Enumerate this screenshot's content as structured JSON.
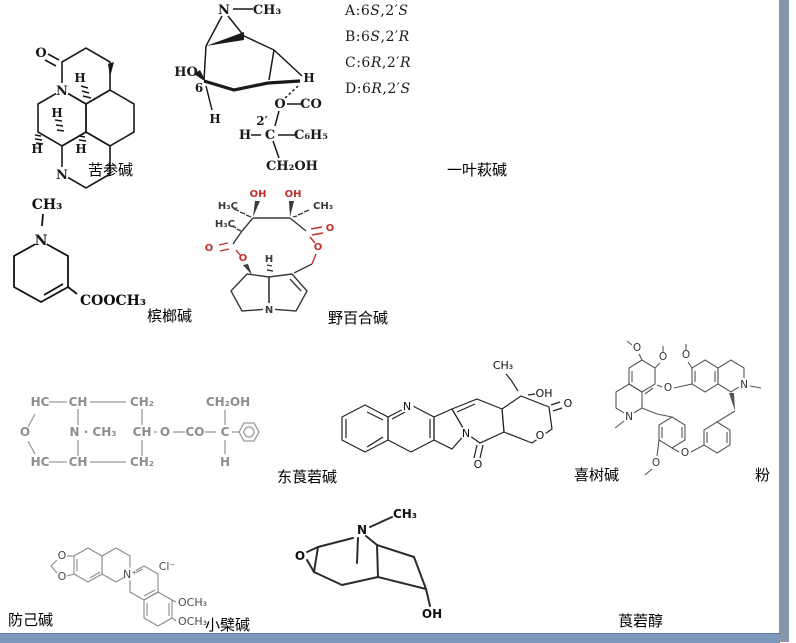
{
  "window": {
    "background": "#ffffff",
    "right_edge_color": "#8796aa",
    "bottom_edge_color": "#7e97bd",
    "heteroatom_red": "#c03030"
  },
  "stereo_list": {
    "items": [
      {
        "pre": "A:6",
        "c1": "S",
        "mid": ",2′",
        "c2": "S"
      },
      {
        "pre": "B:6",
        "c1": "S",
        "mid": ",2′",
        "c2": "R"
      },
      {
        "pre": "C:6",
        "c1": "R",
        "mid": ",2′",
        "c2": "R"
      },
      {
        "pre": "D:6",
        "c1": "R",
        "mid": ",2′",
        "c2": "S"
      }
    ]
  },
  "compounds": {
    "matrine": {
      "label": "苦参碱",
      "atoms": {
        "o": "O",
        "n1": "N",
        "n2": "N",
        "h1": "H",
        "h2": "H",
        "h3": "H",
        "h4": "H"
      }
    },
    "securinine": {
      "label": "一叶萩碱",
      "atoms": {
        "n": "N",
        "ch3": "CH₃",
        "ho": "HO",
        "c6": "6",
        "h_c6": "H",
        "h_right": "H",
        "o": "O",
        "co": "CO",
        "c2p": "2′",
        "h": "H",
        "c": "C",
        "c6h5": "C₆H₅",
        "ch2oh": "CH₂OH"
      }
    },
    "arecoline": {
      "label": "槟榔碱",
      "atoms": {
        "ch3": "CH₃",
        "n": "N",
        "ester": "COOCH₃"
      }
    },
    "monocrotaline": {
      "label": "野百合碱",
      "atoms": {
        "oh1": "OH",
        "oh2": "OH",
        "h3c1": "H₃C",
        "ch3": "CH₃",
        "h3c2": "H₃C",
        "o1": "O",
        "o2": "O",
        "o3": "O",
        "o4": "O",
        "h": "H",
        "n": "N"
      }
    },
    "scopolamine": {
      "label": "东莨菪碱",
      "atoms": {
        "hc1": "HC",
        "ch1": "CH",
        "ch2a": "CH₂",
        "ch2oh": "CH₂OH",
        "o1": "O",
        "nch3": "N · CH₃",
        "ch": "CH",
        "o2": "O",
        "co": "CO",
        "c": "C",
        "hc2": "HC",
        "ch2": "CH",
        "ch2b": "CH₂",
        "h": "H"
      }
    },
    "camptothecin": {
      "label": "喜树碱",
      "atoms": {
        "n1": "N",
        "n2": "N",
        "ch3": "CH₃",
        "oh": "OH",
        "o1": "O",
        "o2": "O",
        "o3": "O"
      }
    },
    "tetrandrine": {
      "label_part": "粉",
      "label_part2": "防己碱",
      "atoms": {
        "o1": "O",
        "o2": "O",
        "o3": "O",
        "o4": "O",
        "o5": "O",
        "o6": "O",
        "n1": "N",
        "n2": "N"
      }
    },
    "berberine": {
      "label": "小檗碱",
      "atoms": {
        "o1": "O",
        "o2": "O",
        "nplus": "N⁺",
        "cl": "Cl⁻",
        "och3a": "OCH₃",
        "och3b": "OCH₃"
      }
    },
    "tropanol": {
      "label": "莨菪醇",
      "atoms": {
        "n": "N",
        "ch3": "CH₃",
        "o": "O",
        "oh": "OH"
      }
    }
  }
}
